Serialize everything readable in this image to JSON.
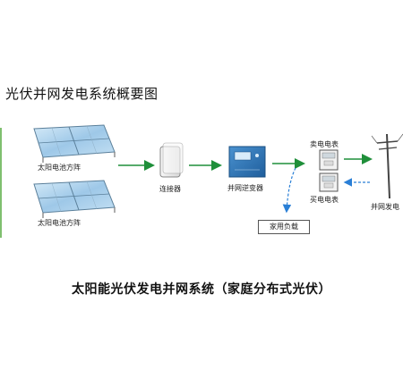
{
  "top_title": "光伏并网发电系统概要图",
  "labels": {
    "solar_array_1": "太阳电池方阵",
    "solar_array_2": "太阳电池方阵",
    "connector": "连接器",
    "inverter": "并网逆变器",
    "sell_meter": "卖电电表",
    "buy_meter": "买电电表",
    "household_load": "家用负载",
    "grid": "并网发电"
  },
  "bottom_caption": "太阳能光伏发电并网系统（家庭分布式光伏）",
  "colors": {
    "arrow_green": "#1f8f3a",
    "arrow_blue": "#2a7fd6",
    "panel_blue": "#9ec8e8",
    "inverter_blue": "#2c77b8"
  }
}
